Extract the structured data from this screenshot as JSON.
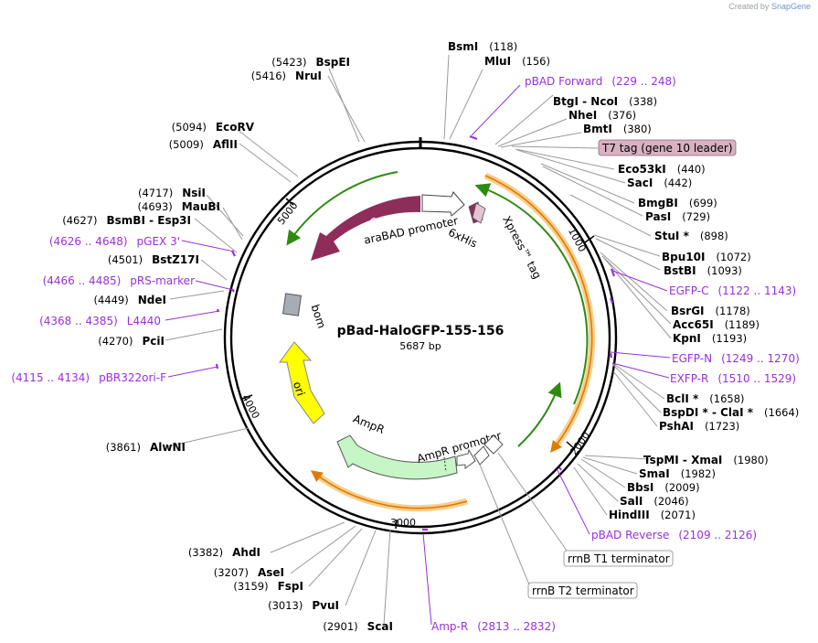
{
  "branding": {
    "prefix": "Created by",
    "name": "SnapGene"
  },
  "title": "pBad-HaloGFP-155-156",
  "size": "5687 bp",
  "ticks": [
    "1000",
    "2000",
    "3000",
    "4000",
    "5000"
  ],
  "enzymes_right": [
    {
      "name": "BsmI",
      "pos": "(118)"
    },
    {
      "name": "MluI",
      "pos": "(156)"
    },
    {
      "name": "BtgI",
      "name2": "NcoI",
      "pos": "(338)"
    },
    {
      "name": "NheI",
      "pos": "(376)"
    },
    {
      "name": "BmtI",
      "pos": "(380)"
    },
    {
      "name": "Eco53kI",
      "pos": "(440)"
    },
    {
      "name": "SacI",
      "pos": "(442)"
    },
    {
      "name": "BmgBI",
      "pos": "(699)"
    },
    {
      "name": "PasI",
      "pos": "(729)"
    },
    {
      "name": "StuI *",
      "pos": "(898)"
    },
    {
      "name": "Bpu10I",
      "pos": "(1072)"
    },
    {
      "name": "BstBI",
      "pos": "(1093)"
    },
    {
      "name": "BsrGI",
      "pos": "(1178)"
    },
    {
      "name": "Acc65I",
      "pos": "(1189)"
    },
    {
      "name": "KpnI",
      "pos": "(1193)"
    },
    {
      "name": "BclI *",
      "pos": "(1658)"
    },
    {
      "name": "BspDI *",
      "name2": "ClaI *",
      "pos": "(1664)"
    },
    {
      "name": "PshAI",
      "pos": "(1723)"
    },
    {
      "name": "TspMI",
      "name2": "XmaI",
      "pos": "(1980)"
    },
    {
      "name": "SmaI",
      "pos": "(1982)"
    },
    {
      "name": "BbsI",
      "pos": "(2009)"
    },
    {
      "name": "SalI",
      "pos": "(2046)"
    },
    {
      "name": "HindIII",
      "pos": "(2071)"
    },
    {
      "name": "ScaI",
      "pos": "(2901)"
    },
    {
      "name": "PvuI",
      "pos": "(3013)"
    },
    {
      "name": "FspI",
      "pos": "(3159)"
    },
    {
      "name": "AseI",
      "pos": "(3207)"
    },
    {
      "name": "AhdI",
      "pos": "(3382)"
    },
    {
      "name": "AlwNI",
      "pos": "(3861)"
    }
  ],
  "enzymes_left": [
    {
      "name": "BspEI",
      "pos": "(5423)"
    },
    {
      "name": "NruI",
      "pos": "(5416)"
    },
    {
      "name": "EcoRV",
      "pos": "(5094)"
    },
    {
      "name": "AflII",
      "pos": "(5009)"
    },
    {
      "name": "NsiI",
      "pos": "(4717)"
    },
    {
      "name": "MauBI",
      "pos": "(4693)"
    },
    {
      "name": "BsmBI",
      "name2": "Esp3I",
      "pos": "(4627)"
    },
    {
      "name": "BstZ17I",
      "pos": "(4501)"
    },
    {
      "name": "NdeI",
      "pos": "(4449)"
    },
    {
      "name": "PciI",
      "pos": "(4270)"
    }
  ],
  "primers": [
    {
      "name": "pBAD Forward",
      "range": "(229 .. 248)"
    },
    {
      "name": "EGFP-C",
      "range": "(1122 .. 1143)"
    },
    {
      "name": "EGFP-N",
      "range": "(1249 .. 1270)"
    },
    {
      "name": "EXFP-R",
      "range": "(1510 .. 1529)"
    },
    {
      "name": "pBAD Reverse",
      "range": "(2109 .. 2126)"
    },
    {
      "name": "Amp-R",
      "range": "(2813 .. 2832)"
    },
    {
      "name": "pGEX 3'",
      "range": "(4626 .. 4648)"
    },
    {
      "name": "pRS-marker",
      "range": "(4466 .. 4485)"
    },
    {
      "name": "L4440",
      "range": "(4368 .. 4385)"
    },
    {
      "name": "pBR322ori-F",
      "range": "(4115 .. 4134)"
    }
  ],
  "boxed_labels": {
    "t7": "T7 tag (gene 10 leader)",
    "t1": "rrnB T1 terminator",
    "t2": "rrnB T2 terminator"
  },
  "features": {
    "araC": "araC",
    "araBAD": "araBAD promoter",
    "his": "6xHis",
    "xpress": "Xpress™ tag",
    "bom": "bom",
    "ori": "ori",
    "ampR": "AmpR",
    "ampRprom": "AmpR promoter"
  },
  "colors": {
    "araC": "#8e2d5a",
    "ori": "#ffff00",
    "ampR": "#c6f5c6",
    "orf": "#f7cf8d",
    "orfLine": "#e07a00",
    "green": "#2f8a12",
    "primer": "#9b30d9",
    "t7": "#d8b1c2"
  }
}
